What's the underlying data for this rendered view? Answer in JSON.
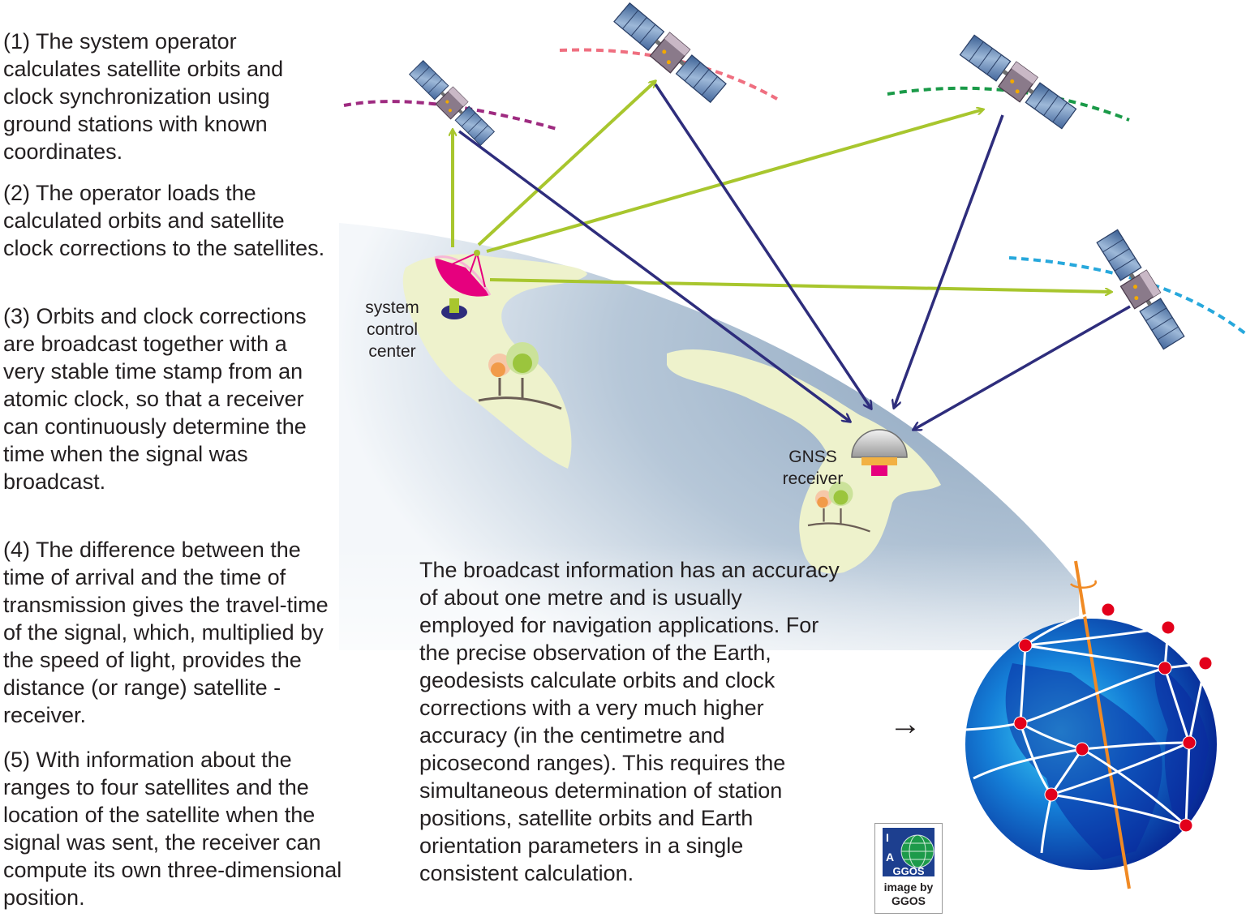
{
  "steps": [
    "(1) The system operator calculates satellite orbits and clock synchronization using ground stations with known coordinates.",
    "(2) The operator loads the calculated orbits and satellite clock corrections to the satellites.",
    "(3) Orbits and clock corrections are broadcast together with a very stable time stamp from an atomic clock, so that a receiver can continuously determine the time when the signal was broadcast.",
    "(4) The difference between the time of arrival and the time of transmission gives the travel-time of the signal, which, multiplied by the speed of light, provides the distance (or range) satellite - receiver.",
    "(5) With information about the ranges to four satellites and the location of the satellite when the signal was sent, the receiver can compute its own three-dimensional position."
  ],
  "labels": {
    "control_center": "system control center",
    "receiver": "GNSS receiver"
  },
  "note": "The broadcast information has an accuracy of about one metre and is usually employed for navigation applications. For the precise observation of the Earth, geodesists calculate orbits and clock corrections with a very much higher accuracy (in the centimetre and picosecond ranges). This requires the simultaneous determination of station positions, satellite orbits and Earth orientation parameters in a single consistent calculation.",
  "arrow_symbol": "→",
  "logo": {
    "letters": [
      "I",
      "A",
      "GGOS"
    ],
    "credit": "image by GGOS"
  },
  "colors": {
    "uplink_arrows": "#a8c62e",
    "downlink_arrows": "#2e2d7c",
    "earth": "#8fa8c2",
    "land": "#eef2cc",
    "orbit_1": "#9e2a80",
    "orbit_2": "#ef6f80",
    "orbit_3": "#1a9a48",
    "orbit_4": "#27a8dc",
    "globe_stations": "#e3001b",
    "dish": "#e6007e"
  }
}
